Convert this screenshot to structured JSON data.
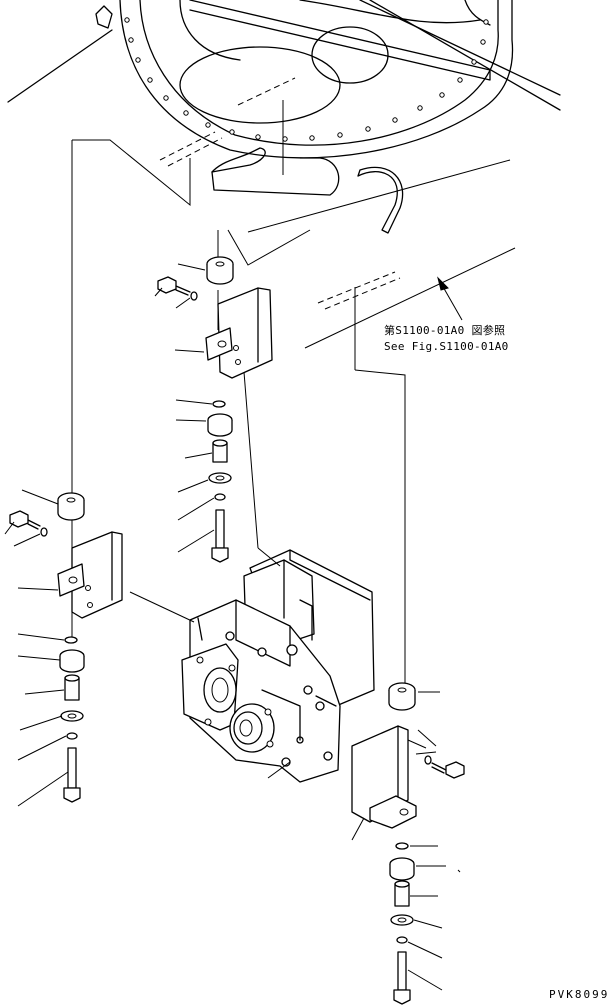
{
  "reference": {
    "japanese": "第S1100-01A0 図参照",
    "english": "See Fig.S1100-01A0"
  },
  "drawing_code": "PVK8099"
}
